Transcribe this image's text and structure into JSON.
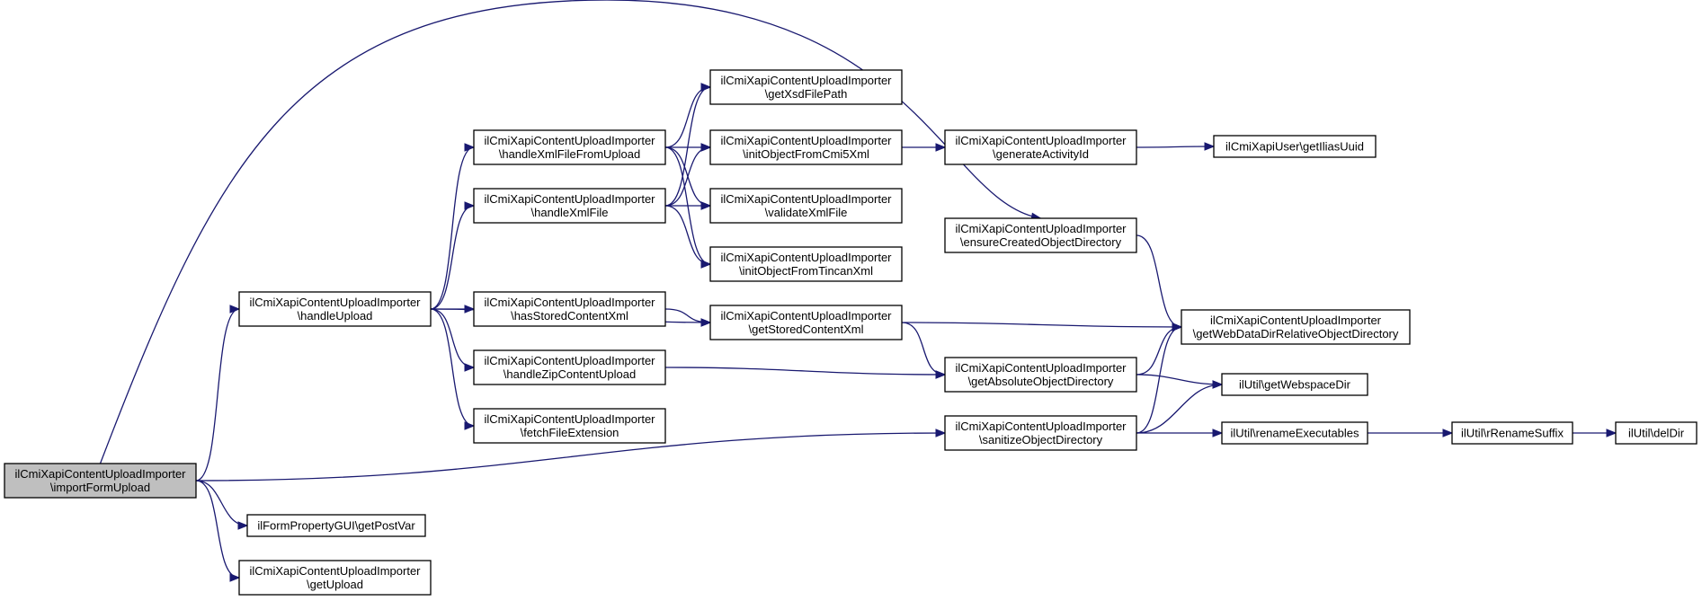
{
  "graph": {
    "edge_color": "#191970",
    "root_fill": "#bfbfbf",
    "nodes": [
      {
        "id": "import",
        "lines": [
          "ilCmiXapiContentUploadImporter",
          "\\importFormUpload"
        ],
        "root": true
      },
      {
        "id": "handleUpload",
        "lines": [
          "ilCmiXapiContentUploadImporter",
          "\\handleUpload"
        ]
      },
      {
        "id": "getPostVar",
        "lines": [
          "ilFormPropertyGUI\\getPostVar"
        ]
      },
      {
        "id": "getUpload",
        "lines": [
          "ilCmiXapiContentUploadImporter",
          "\\getUpload"
        ]
      },
      {
        "id": "handleXmlFileFromUpload",
        "lines": [
          "ilCmiXapiContentUploadImporter",
          "\\handleXmlFileFromUpload"
        ]
      },
      {
        "id": "handleXmlFile",
        "lines": [
          "ilCmiXapiContentUploadImporter",
          "\\handleXmlFile"
        ]
      },
      {
        "id": "hasStoredContentXml",
        "lines": [
          "ilCmiXapiContentUploadImporter",
          "\\hasStoredContentXml"
        ]
      },
      {
        "id": "handleZipContentUpload",
        "lines": [
          "ilCmiXapiContentUploadImporter",
          "\\handleZipContentUpload"
        ]
      },
      {
        "id": "fetchFileExtension",
        "lines": [
          "ilCmiXapiContentUploadImporter",
          "\\fetchFileExtension"
        ]
      },
      {
        "id": "getXsdFilePath",
        "lines": [
          "ilCmiXapiContentUploadImporter",
          "\\getXsdFilePath"
        ]
      },
      {
        "id": "initObjectFromCmi5Xml",
        "lines": [
          "ilCmiXapiContentUploadImporter",
          "\\initObjectFromCmi5Xml"
        ]
      },
      {
        "id": "validateXmlFile",
        "lines": [
          "ilCmiXapiContentUploadImporter",
          "\\validateXmlFile"
        ]
      },
      {
        "id": "initObjectFromTincanXml",
        "lines": [
          "ilCmiXapiContentUploadImporter",
          "\\initObjectFromTincanXml"
        ]
      },
      {
        "id": "getStoredContentXml",
        "lines": [
          "ilCmiXapiContentUploadImporter",
          "\\getStoredContentXml"
        ]
      },
      {
        "id": "generateActivityId",
        "lines": [
          "ilCmiXapiContentUploadImporter",
          "\\generateActivityId"
        ]
      },
      {
        "id": "ensureCreatedObjectDirectory",
        "lines": [
          "ilCmiXapiContentUploadImporter",
          "\\ensureCreatedObjectDirectory"
        ]
      },
      {
        "id": "getAbsoluteObjectDirectory",
        "lines": [
          "ilCmiXapiContentUploadImporter",
          "\\getAbsoluteObjectDirectory"
        ]
      },
      {
        "id": "sanitizeObjectDirectory",
        "lines": [
          "ilCmiXapiContentUploadImporter",
          "\\sanitizeObjectDirectory"
        ]
      },
      {
        "id": "getIliasUuid",
        "lines": [
          "ilCmiXapiUser\\getIliasUuid"
        ]
      },
      {
        "id": "getWebDataDirRelativeObjectDirectory",
        "lines": [
          "ilCmiXapiContentUploadImporter",
          "\\getWebDataDirRelativeObjectDirectory"
        ]
      },
      {
        "id": "getWebspaceDir",
        "lines": [
          "ilUtil\\getWebspaceDir"
        ]
      },
      {
        "id": "renameExecutables",
        "lines": [
          "ilUtil\\renameExecutables"
        ]
      },
      {
        "id": "rRenameSuffix",
        "lines": [
          "ilUtil\\rRenameSuffix"
        ]
      },
      {
        "id": "delDir",
        "lines": [
          "ilUtil\\delDir"
        ]
      }
    ],
    "edges": [
      {
        "from": "import",
        "to": "handleUpload"
      },
      {
        "from": "import",
        "to": "ensureCreatedObjectDirectory"
      },
      {
        "from": "import",
        "to": "sanitizeObjectDirectory"
      },
      {
        "from": "import",
        "to": "getPostVar"
      },
      {
        "from": "import",
        "to": "getUpload"
      },
      {
        "from": "handleUpload",
        "to": "handleXmlFileFromUpload"
      },
      {
        "from": "handleUpload",
        "to": "handleXmlFile"
      },
      {
        "from": "handleUpload",
        "to": "getStoredContentXml"
      },
      {
        "from": "handleUpload",
        "to": "hasStoredContentXml"
      },
      {
        "from": "handleUpload",
        "to": "handleZipContentUpload"
      },
      {
        "from": "handleUpload",
        "to": "fetchFileExtension"
      },
      {
        "from": "handleXmlFileFromUpload",
        "to": "getXsdFilePath"
      },
      {
        "from": "handleXmlFileFromUpload",
        "to": "initObjectFromCmi5Xml"
      },
      {
        "from": "handleXmlFileFromUpload",
        "to": "validateXmlFile"
      },
      {
        "from": "handleXmlFileFromUpload",
        "to": "initObjectFromTincanXml"
      },
      {
        "from": "handleXmlFile",
        "to": "getXsdFilePath"
      },
      {
        "from": "handleXmlFile",
        "to": "initObjectFromCmi5Xml"
      },
      {
        "from": "handleXmlFile",
        "to": "validateXmlFile"
      },
      {
        "from": "handleXmlFile",
        "to": "initObjectFromTincanXml"
      },
      {
        "from": "hasStoredContentXml",
        "to": "getStoredContentXml"
      },
      {
        "from": "handleZipContentUpload",
        "to": "getAbsoluteObjectDirectory"
      },
      {
        "from": "initObjectFromCmi5Xml",
        "to": "generateActivityId"
      },
      {
        "from": "generateActivityId",
        "to": "getIliasUuid"
      },
      {
        "from": "getStoredContentXml",
        "to": "getWebDataDirRelativeObjectDirectory"
      },
      {
        "from": "getStoredContentXml",
        "to": "getAbsoluteObjectDirectory"
      },
      {
        "from": "ensureCreatedObjectDirectory",
        "to": "getWebDataDirRelativeObjectDirectory"
      },
      {
        "from": "getAbsoluteObjectDirectory",
        "to": "getWebDataDirRelativeObjectDirectory"
      },
      {
        "from": "getAbsoluteObjectDirectory",
        "to": "getWebspaceDir"
      },
      {
        "from": "sanitizeObjectDirectory",
        "to": "getWebDataDirRelativeObjectDirectory"
      },
      {
        "from": "sanitizeObjectDirectory",
        "to": "getWebspaceDir"
      },
      {
        "from": "sanitizeObjectDirectory",
        "to": "renameExecutables"
      },
      {
        "from": "renameExecutables",
        "to": "rRenameSuffix"
      },
      {
        "from": "rRenameSuffix",
        "to": "delDir"
      }
    ]
  }
}
